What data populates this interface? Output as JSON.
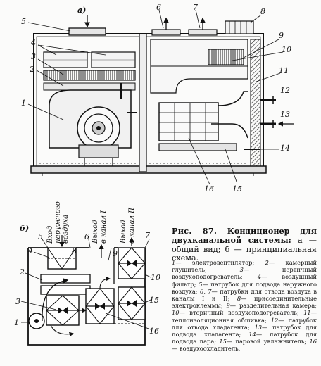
{
  "figure": {
    "panel_a": "а)",
    "panel_b": "б)",
    "top_labels": [
      "1",
      "2",
      "3",
      "4",
      "5",
      "6",
      "7",
      "8",
      "9",
      "10",
      "11",
      "12",
      "13",
      "14",
      "15",
      "16"
    ],
    "bottom_labels": [
      "1",
      "2",
      "3",
      "4",
      "5",
      "6",
      "7",
      "8",
      "9",
      "10",
      "15",
      "16"
    ],
    "inlet": {
      "line1": "Вход",
      "line2": "наружного",
      "line3": "воздуха"
    },
    "outlet1": {
      "line1": "Выход",
      "line2": "в канал I"
    },
    "outlet2": {
      "line1": "Выход",
      "line2": "в канал II"
    }
  },
  "caption": {
    "number": "Рис. 87.",
    "title": "Кондиционер для двухканальной системы:",
    "sub_a": "а — общий вид;",
    "sub_b": "б — принципиальная схема."
  },
  "legend": [
    {
      "n": "1",
      "t": "— электровентилятор; "
    },
    {
      "n": "2",
      "t": "— камерный глушитель; "
    },
    {
      "n": "3",
      "t": "— первичный воздухоподогреватель; "
    },
    {
      "n": "4",
      "t": "— воздушный фильтр; "
    },
    {
      "n": "5",
      "t": "— патрубок для подвода наружного воздуха; "
    },
    {
      "n": "6, 7",
      "t": "— патрубки для отвода воздуха в каналы I и II; "
    },
    {
      "n": "8",
      "t": "— присоединительные электроклеммы; "
    },
    {
      "n": "9",
      "t": "— разделительная камера; "
    },
    {
      "n": "10",
      "t": "— вторичный воздухоподогреватель; "
    },
    {
      "n": "11",
      "t": "— теплоизоляционная обшивка; "
    },
    {
      "n": "12",
      "t": "— патрубок для отвода хладагента; "
    },
    {
      "n": "13",
      "t": "— патрубок для подвода хладагента; "
    },
    {
      "n": "14",
      "t": "— патрубок для подвода пара; "
    },
    {
      "n": "15",
      "t": "— паровой увлажнитель; "
    },
    {
      "n": "16",
      "t": "— воздухоохладитель."
    }
  ]
}
